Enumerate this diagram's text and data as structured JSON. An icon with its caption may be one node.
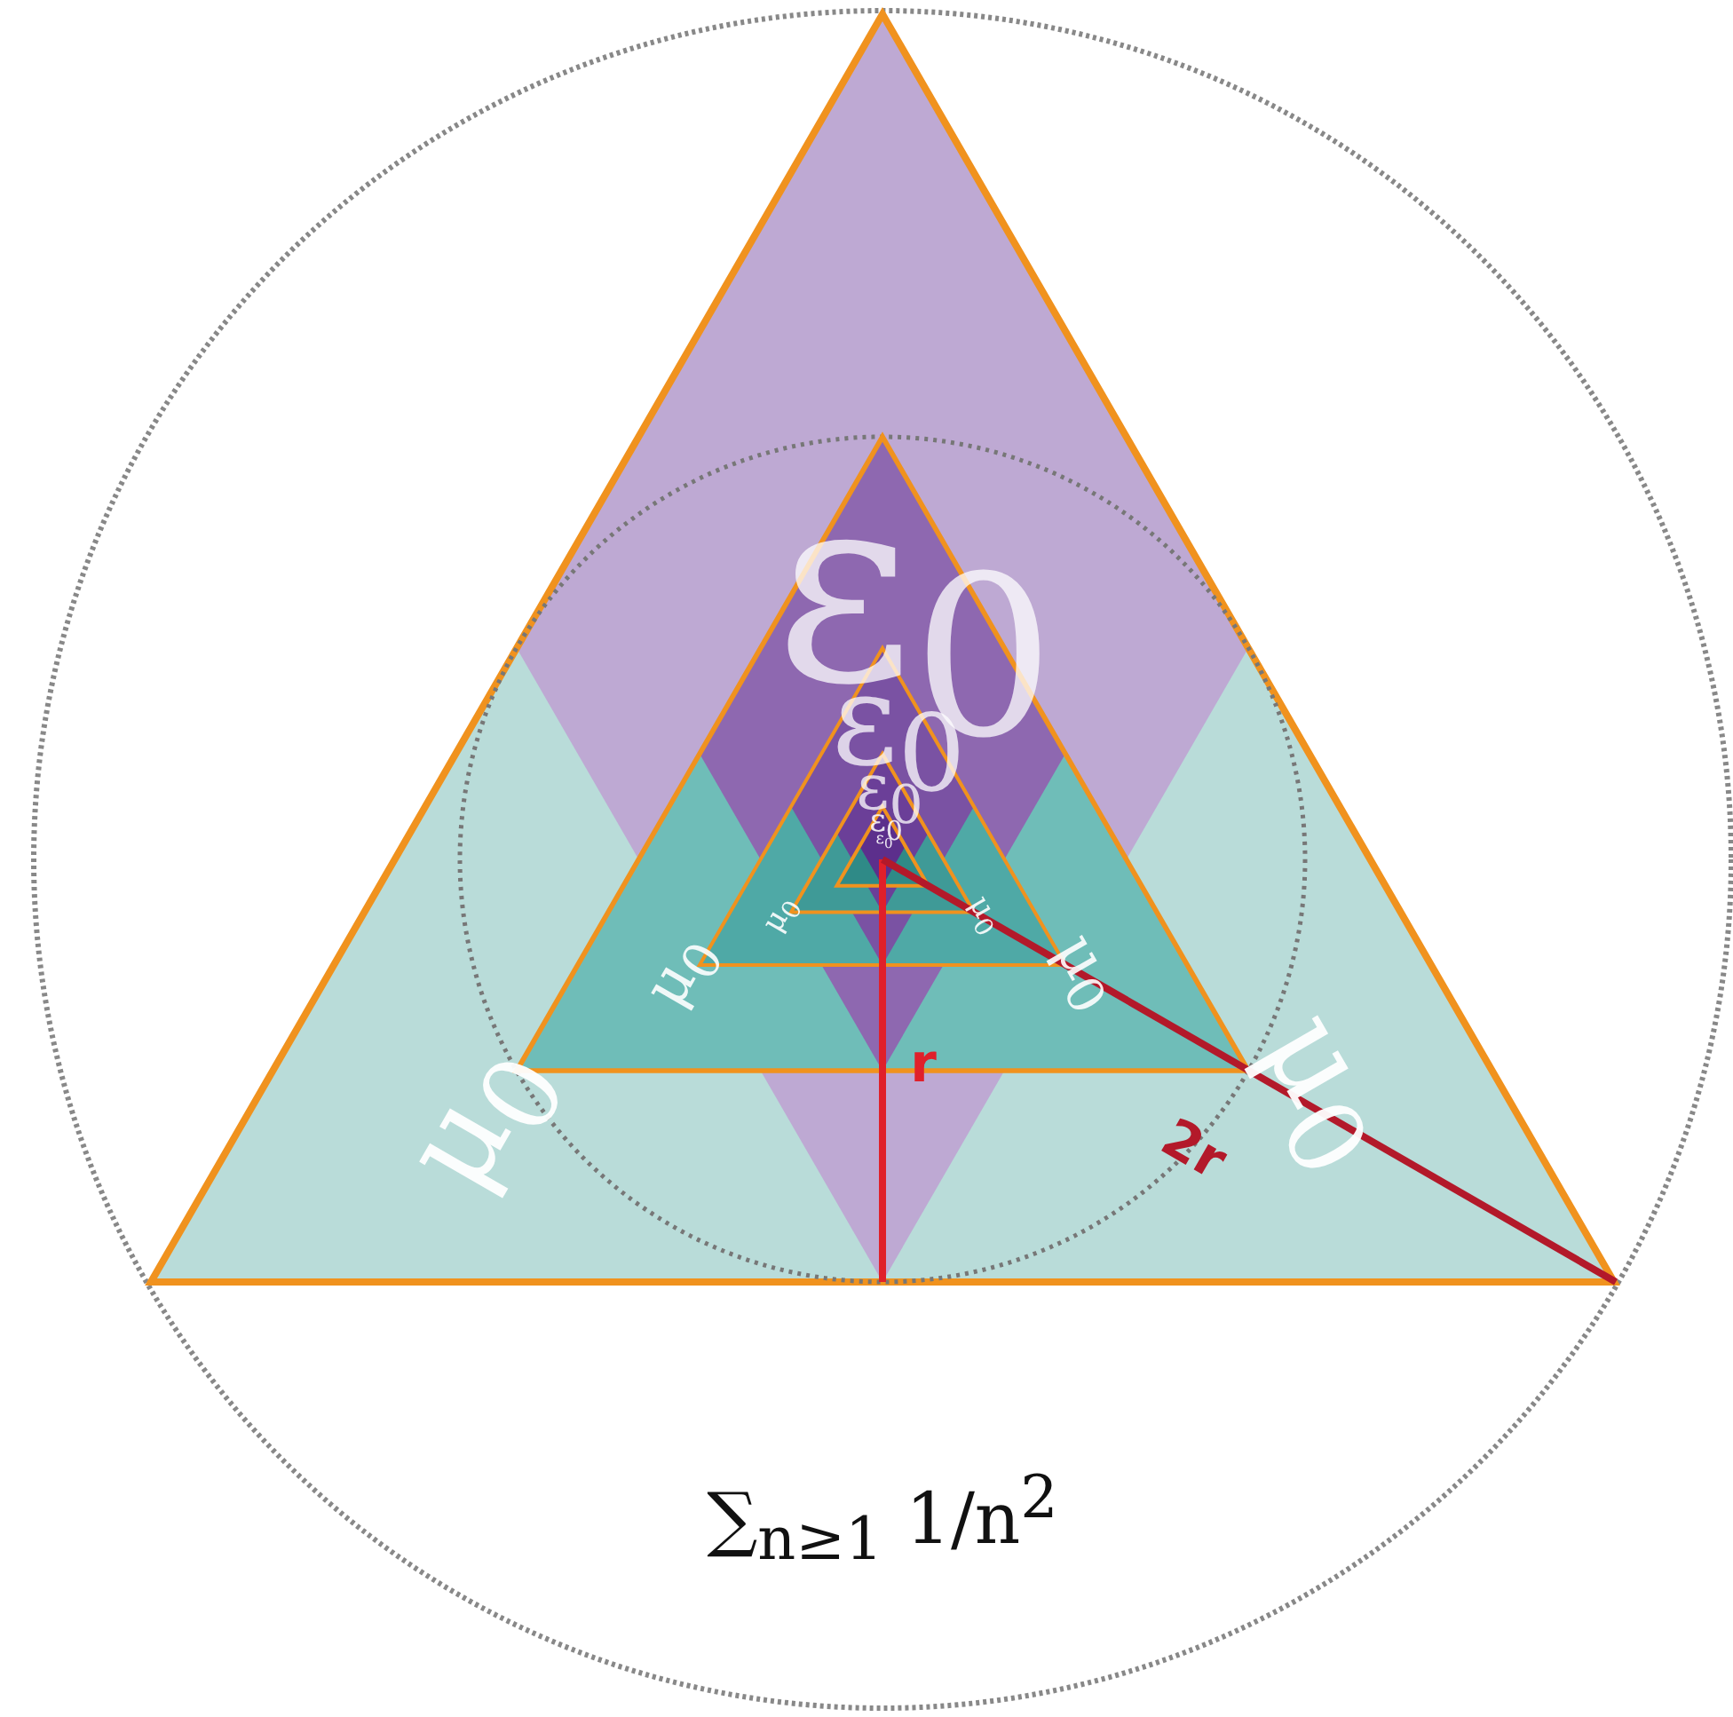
{
  "diagram": {
    "labels": [
      "ε$_{0}$",
      "ε$_{0}$",
      "ε$_{0}$",
      "ε$_{0}$",
      "ε$_{0}$",
      "μ$_{0}$",
      "μ$_{0}$",
      "μ$_{0}$",
      "μ$_{0}$",
      "μ$_{0}$",
      "μ$_{0}$",
      "r",
      "2r",
      "∑$_{n≥1}$ 1/n$^{2}$"
    ]
  }
}
